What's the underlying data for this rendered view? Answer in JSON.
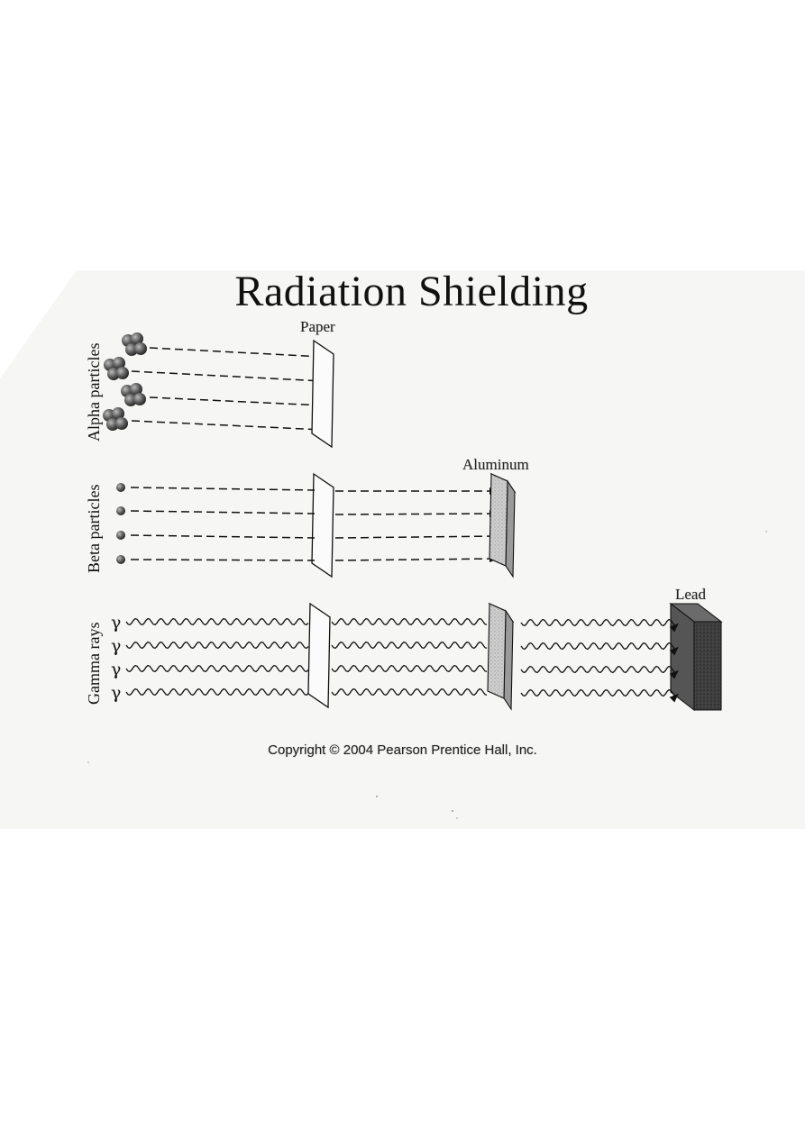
{
  "title": "Radiation Shielding",
  "shields": {
    "paper": "Paper",
    "aluminum": "Aluminum",
    "lead": "Lead"
  },
  "rows": {
    "alpha": "Alpha particles",
    "beta": "Beta particles",
    "gamma": "Gamma rays"
  },
  "gamma_symbol": "γ",
  "copyright": "Copyright © 2004 Pearson Prentice Hall, Inc.",
  "colors": {
    "ink": "#111111",
    "aluminum_fill": "#c8c8c8",
    "lead_fill": "#3a3a3a"
  }
}
